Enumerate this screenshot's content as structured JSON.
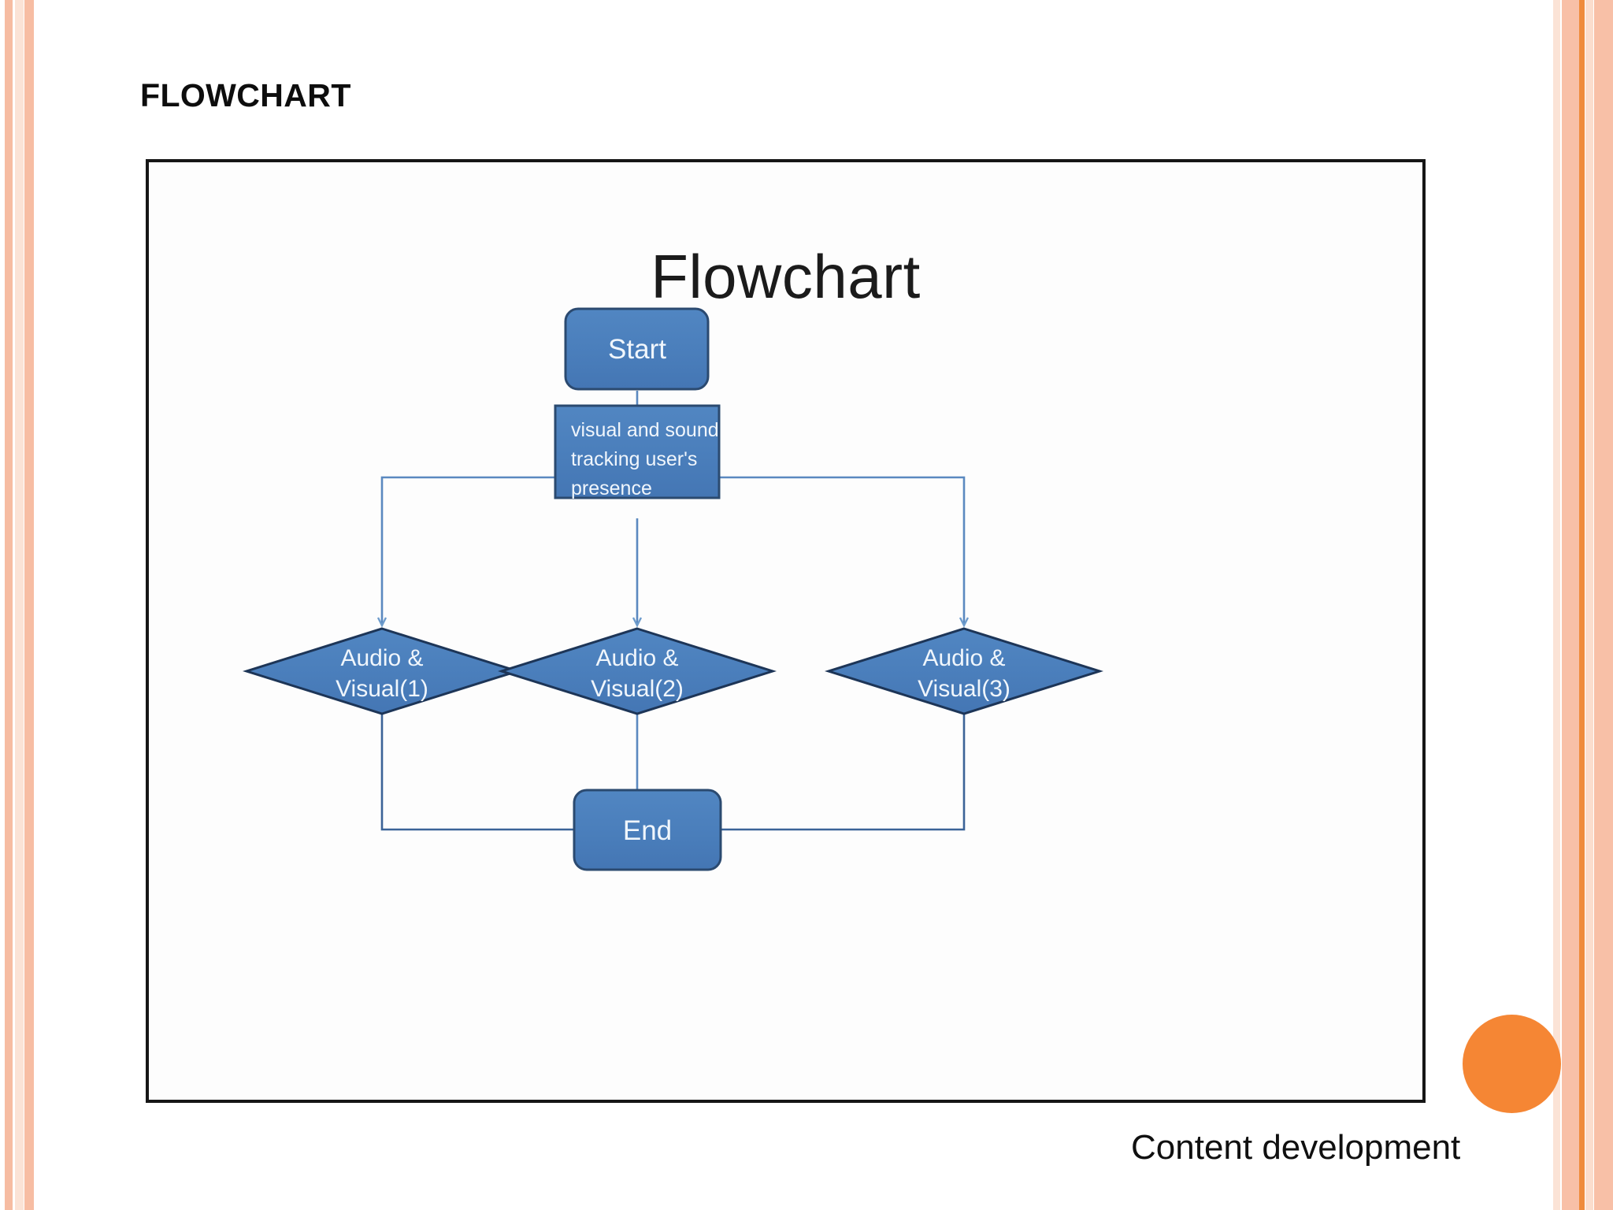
{
  "slide": {
    "title": "FLOWCHART",
    "footer": "Content development"
  },
  "picture": {
    "heading": "Flowchart"
  },
  "chart_data": {
    "type": "diagram",
    "title": "Flowchart",
    "nodes": [
      {
        "id": "start",
        "shape": "rounded-rect",
        "label": "Start"
      },
      {
        "id": "process",
        "shape": "rect",
        "label": "visual and sound tracking user's presence",
        "lines": [
          "visual and sound",
          "tracking user's",
          "presence"
        ]
      },
      {
        "id": "av1",
        "shape": "diamond",
        "label": "Audio & Visual(1)",
        "lines": [
          "Audio &",
          "Visual(1)"
        ]
      },
      {
        "id": "av2",
        "shape": "diamond",
        "label": "Audio & Visual(2)",
        "lines": [
          "Audio &",
          "Visual(2)"
        ]
      },
      {
        "id": "av3",
        "shape": "diamond",
        "label": "Audio & Visual(3)",
        "lines": [
          "Audio &",
          "Visual(3)"
        ]
      },
      {
        "id": "end",
        "shape": "rounded-rect",
        "label": "End"
      }
    ],
    "edges": [
      {
        "from": "start",
        "to": "process",
        "arrow": false
      },
      {
        "from": "process",
        "to": "av1",
        "arrow": true
      },
      {
        "from": "process",
        "to": "av2",
        "arrow": true
      },
      {
        "from": "process",
        "to": "av3",
        "arrow": true
      },
      {
        "from": "av1",
        "to": "end",
        "arrow": false
      },
      {
        "from": "av2",
        "to": "end",
        "arrow": false
      },
      {
        "from": "av3",
        "to": "end",
        "arrow": false
      }
    ],
    "colors": {
      "node_fill": "#4a7ebb",
      "node_stroke": "#2b4a70",
      "node_text": "#f0f6fc",
      "connector": "#5b89c0",
      "frame": "#161616",
      "accent_orange": "#f58634",
      "stripe_peach": "#f8c0a7"
    }
  },
  "labels": {
    "start": "Start",
    "end": "End",
    "process_l1": "visual and sound",
    "process_l2": "tracking user's",
    "process_l3": "presence",
    "av1_l1": "Audio &",
    "av1_l2": "Visual(1)",
    "av2_l1": "Audio &",
    "av2_l2": "Visual(2)",
    "av3_l1": "Audio &",
    "av3_l2": "Visual(3)"
  }
}
